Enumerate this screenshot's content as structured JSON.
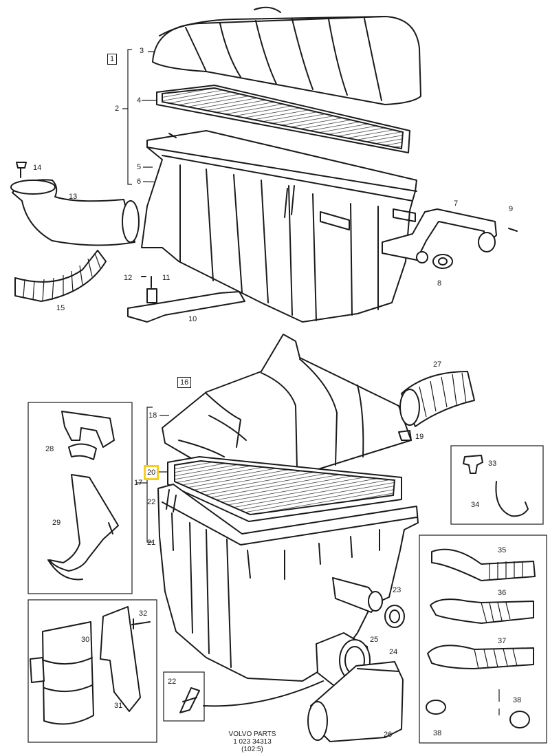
{
  "diagram": {
    "groups": [
      {
        "id": "group-1",
        "label": "1"
      },
      {
        "id": "group-16",
        "label": "16"
      }
    ],
    "callouts": [
      {
        "label": "3"
      },
      {
        "label": "2"
      },
      {
        "label": "4"
      },
      {
        "label": "5"
      },
      {
        "label": "6"
      },
      {
        "label": "14"
      },
      {
        "label": "13"
      },
      {
        "label": "7"
      },
      {
        "label": "9"
      },
      {
        "label": "8"
      },
      {
        "label": "12"
      },
      {
        "label": "11"
      },
      {
        "label": "10"
      },
      {
        "label": "15"
      },
      {
        "label": "27"
      },
      {
        "label": "18"
      },
      {
        "label": "19"
      },
      {
        "label": "17"
      },
      {
        "label": "22"
      },
      {
        "label": "21"
      },
      {
        "label": "23"
      },
      {
        "label": "25"
      },
      {
        "label": "24"
      },
      {
        "label": "26"
      },
      {
        "label": "28"
      },
      {
        "label": "29"
      },
      {
        "label": "30"
      },
      {
        "label": "31"
      },
      {
        "label": "32"
      },
      {
        "label": "22"
      },
      {
        "label": "33"
      },
      {
        "label": "34"
      },
      {
        "label": "35"
      },
      {
        "label": "36"
      },
      {
        "label": "37"
      },
      {
        "label": "38"
      },
      {
        "label": "38"
      }
    ],
    "highlighted_callout": "20",
    "footer": {
      "line1": "VOLVO  PARTS",
      "line2": "1  023  34313",
      "line3": "(102:5)"
    }
  }
}
